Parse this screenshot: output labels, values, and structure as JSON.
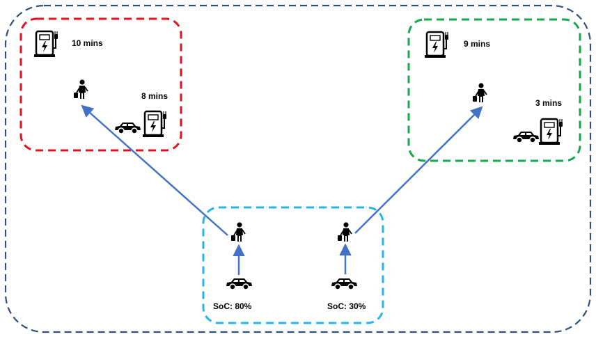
{
  "colors": {
    "outer_border": "#2f4f7f",
    "left_zone_border": "#e0141e",
    "right_zone_border": "#16a84a",
    "bottom_zone_border": "#2bb3e8",
    "arrow": "#4472c4",
    "icon": "#000000"
  },
  "left_zone": {
    "station_top_label": "10 mins",
    "station_bottom_label": "8 mins"
  },
  "right_zone": {
    "station_top_label": "9 mins",
    "station_bottom_label": "3 mins"
  },
  "bottom_zone": {
    "left_car_soc": "SoC: 80%",
    "right_car_soc": "SoC: 30%"
  },
  "icons": [
    "charging-station-icon",
    "person-icon",
    "car-icon",
    "arrow"
  ]
}
